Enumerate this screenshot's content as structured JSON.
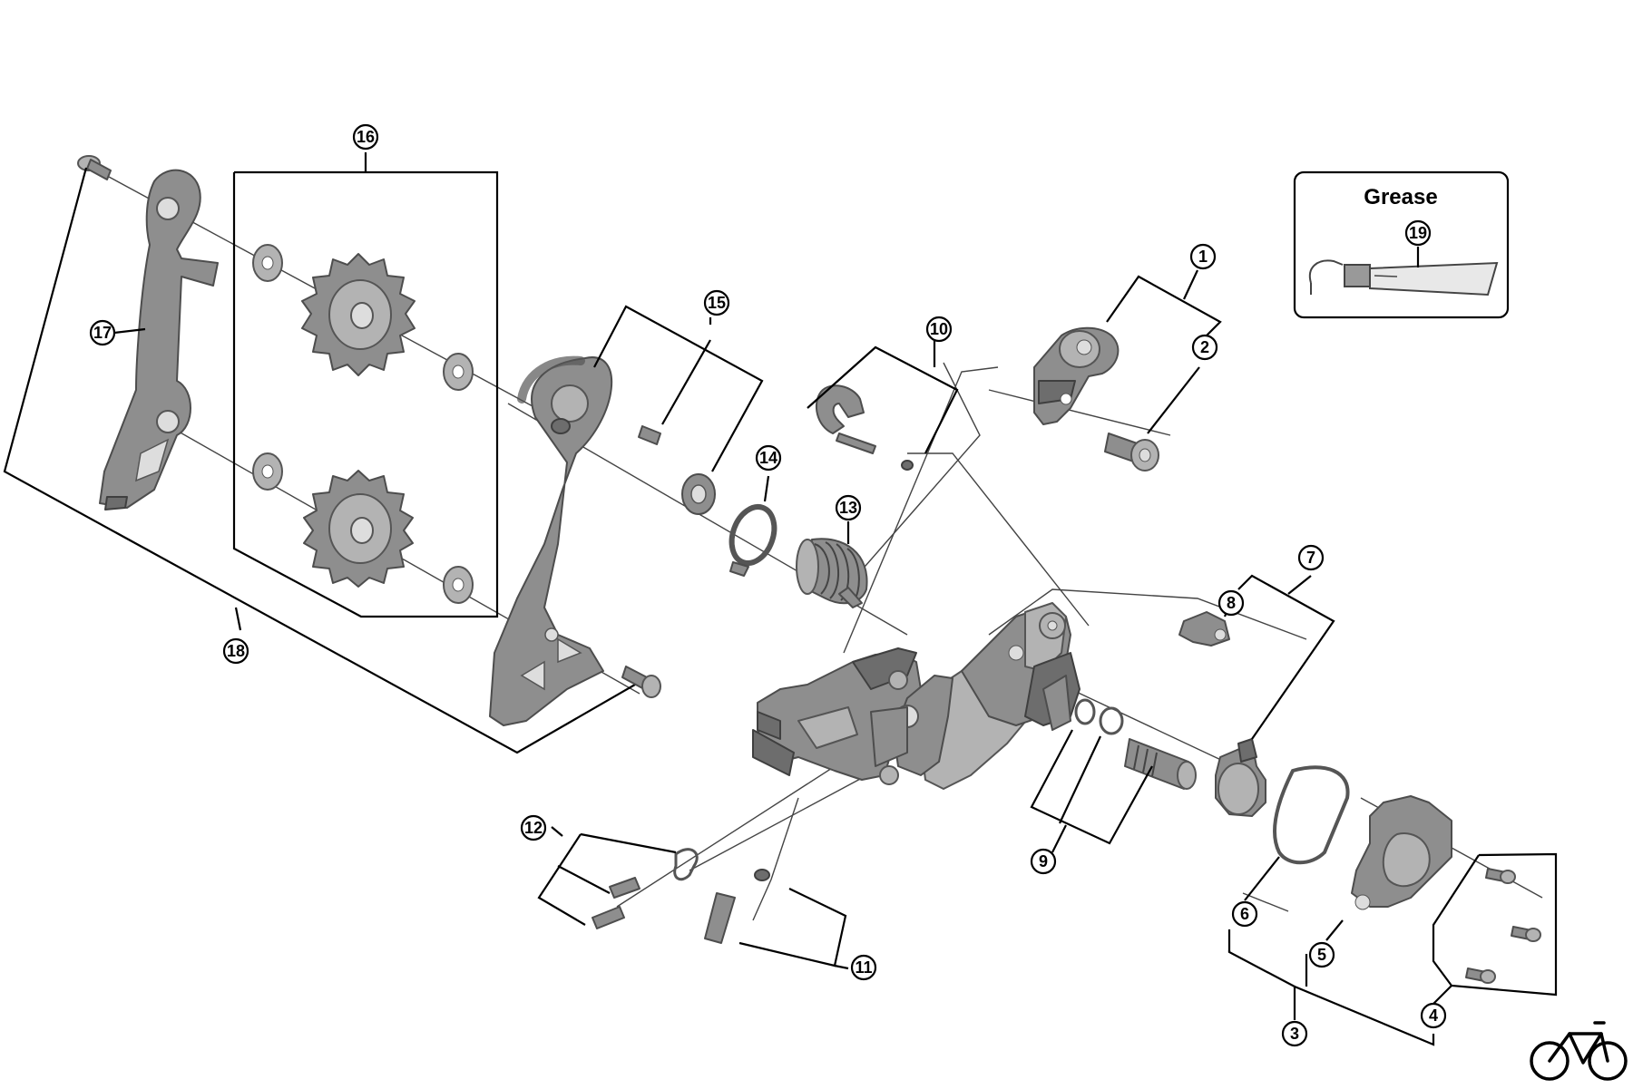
{
  "grease_box": {
    "title": "Grease",
    "part_number": "19"
  },
  "callouts": [
    "1",
    "2",
    "3",
    "4",
    "5",
    "6",
    "7",
    "8",
    "9",
    "10",
    "11",
    "12",
    "13",
    "14",
    "15",
    "16",
    "17",
    "18"
  ],
  "brand_icon": "bicycle-icon"
}
